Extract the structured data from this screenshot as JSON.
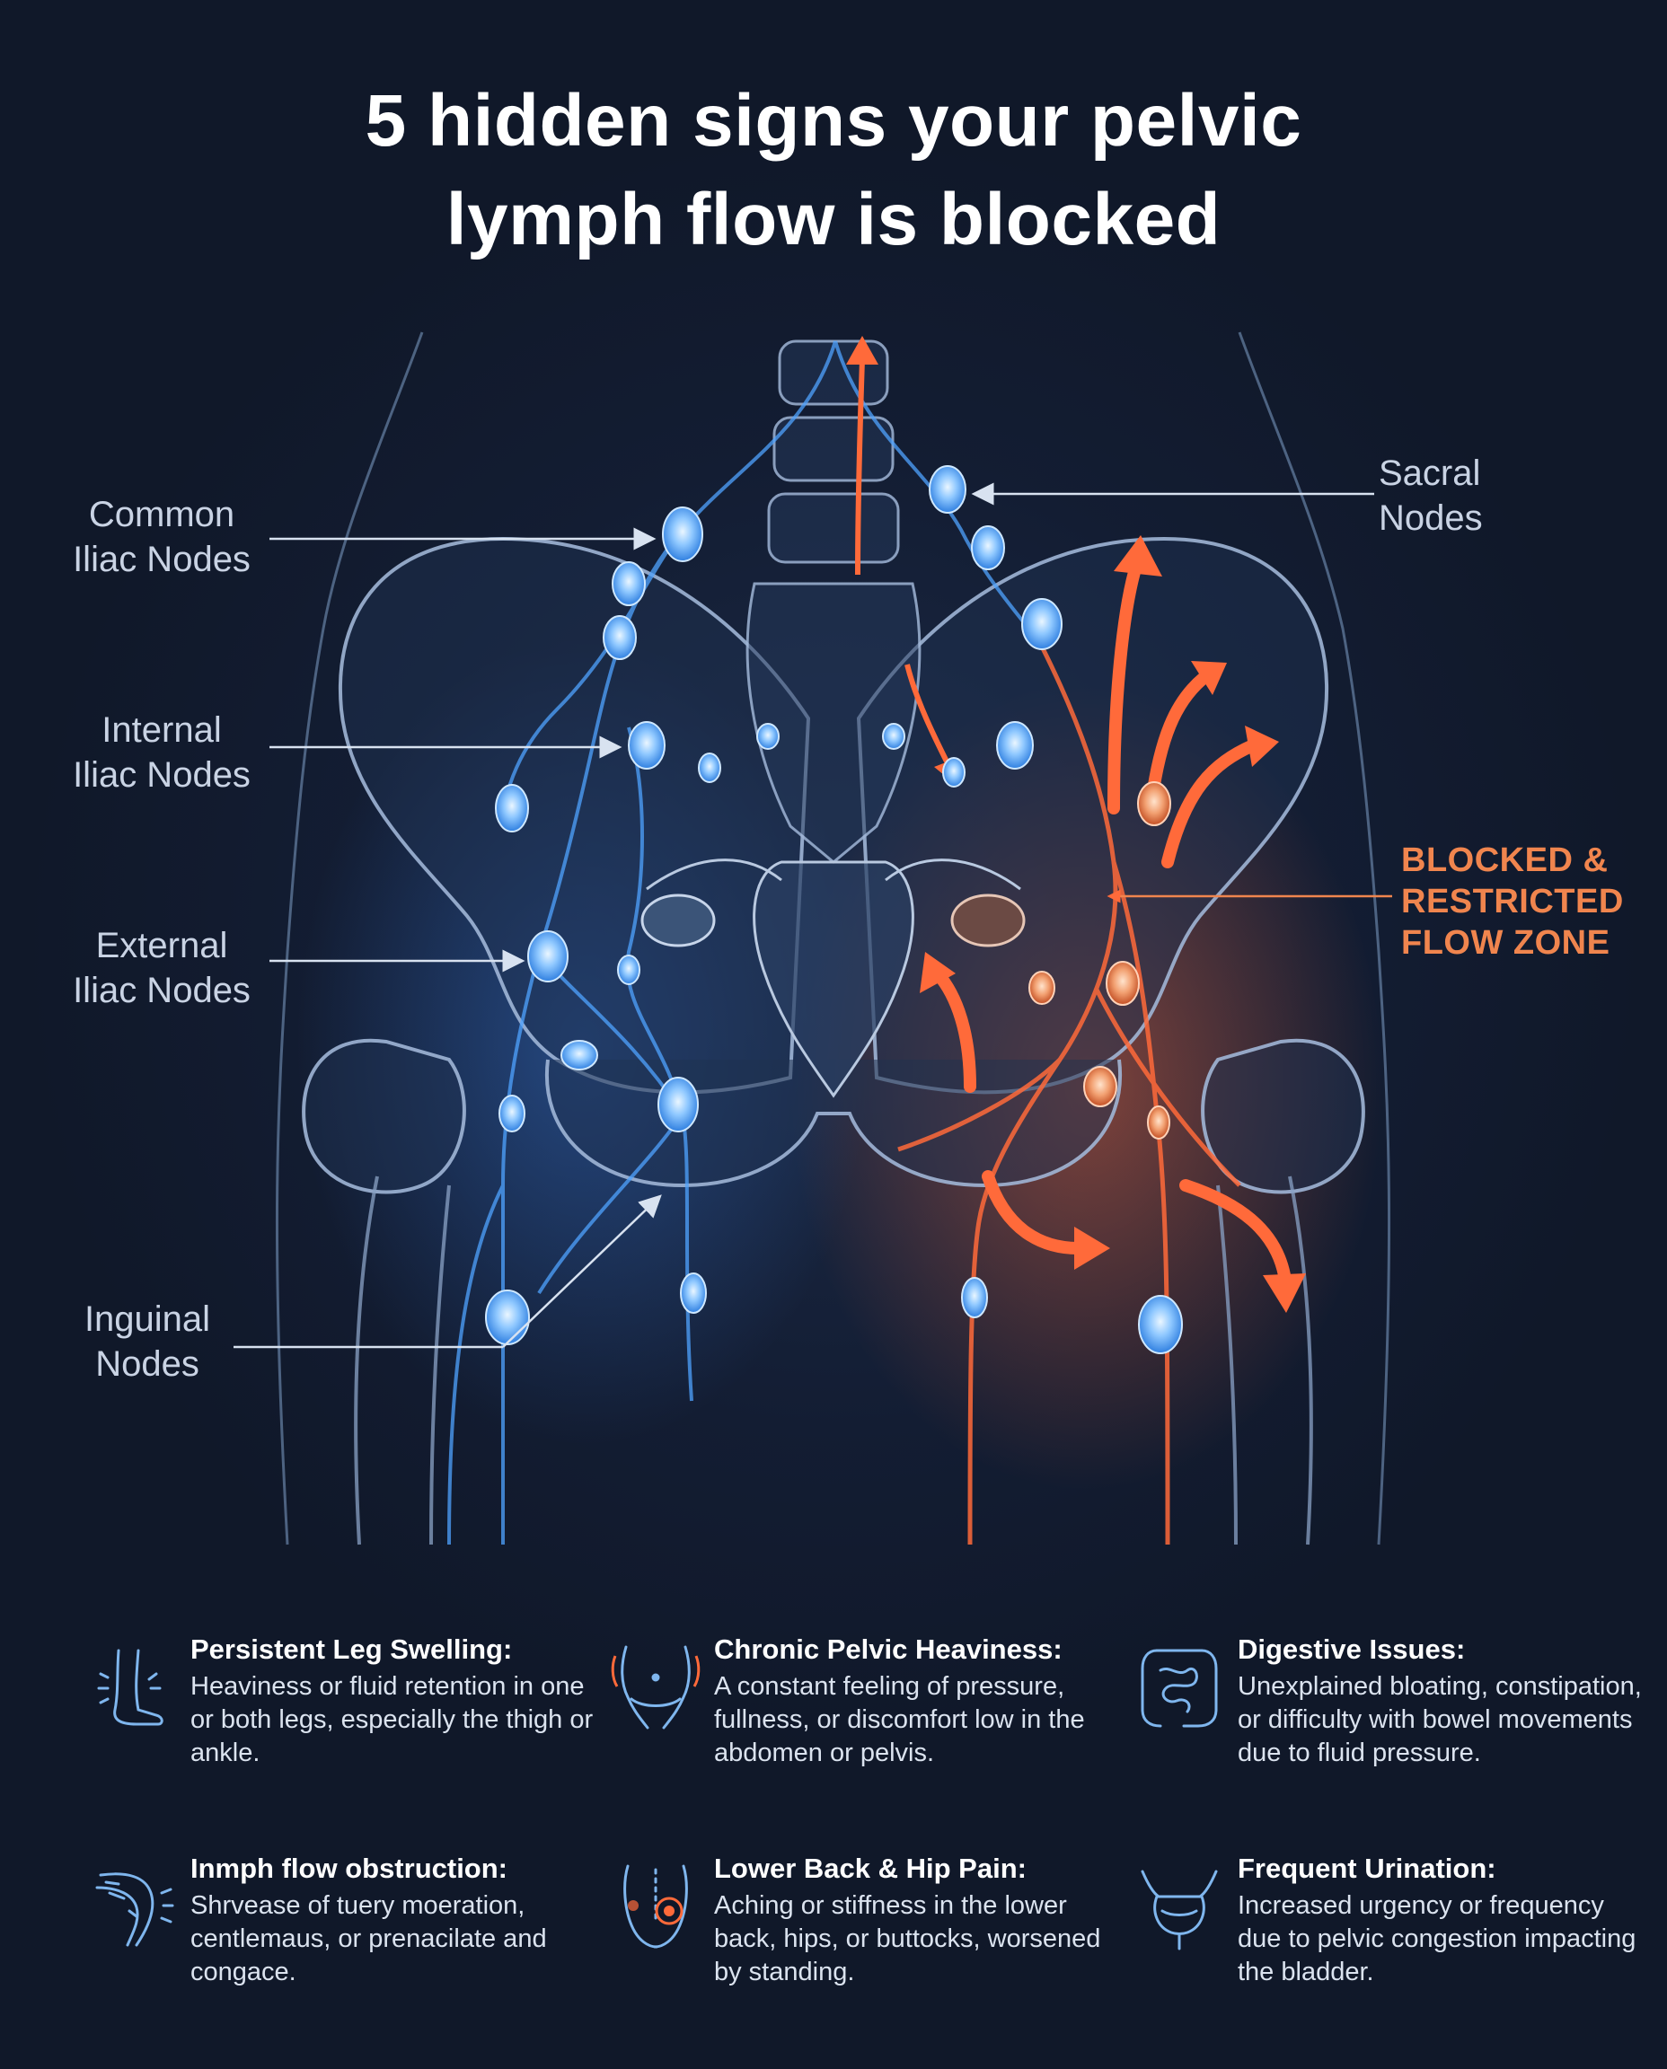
{
  "title": {
    "line1": "5 hidden signs your pelvic",
    "line2": "lymph flow is blocked"
  },
  "diagram": {
    "labels": {
      "common_iliac": {
        "line1": "Common",
        "line2": "Iliac Nodes"
      },
      "internal_iliac": {
        "line1": "Internal",
        "line2": "Iliac Nodes"
      },
      "external_iliac": {
        "line1": "External",
        "line2": "Iliac Nodes"
      },
      "inguinal": {
        "line1": "Inguinal",
        "line2": "Nodes"
      },
      "sacral": {
        "line1": "Sacral",
        "line2": "Nodes"
      },
      "blocked_zone": {
        "line1": "BLOCKED &",
        "line2": "RESTRICTED",
        "line3": "FLOW ZONE"
      }
    },
    "colors": {
      "healthy_flow": "#4fa3ff",
      "blocked_flow": "#ff6a3a",
      "zone_label": "#f0854e",
      "bone": "#9fb5d6"
    }
  },
  "signs": [
    {
      "icon": "leg-swelling-icon",
      "title": "Persistent Leg Swelling:",
      "body": "Heaviness or fluid retention in one or both legs, especially the thigh or ankle."
    },
    {
      "icon": "pelvis-icon",
      "title": "Chronic Pelvic Heaviness:",
      "body": "A constant feeling of pressure, fullness, or discomfort low in the abdomen or pelvis."
    },
    {
      "icon": "intestine-icon",
      "title": "Digestive Issues:",
      "body": "Unexplained bloating, constipation, or difficulty with bowel movements due to fluid pressure."
    },
    {
      "icon": "leg-flow-icon",
      "title": "Inmph flow obstruction:",
      "body": "Shrvease of tuery moeration, centlemaus, or prenacilate and congace."
    },
    {
      "icon": "back-pain-icon",
      "title": "Lower Back & Hip Pain:",
      "body": "Aching or stiffness in the lower back, hips, or buttocks, worsened by standing."
    },
    {
      "icon": "bladder-icon",
      "title": "Frequent Urination:",
      "body": "Increased urgency or frequency due to pelvic congestion impacting the bladder."
    }
  ]
}
